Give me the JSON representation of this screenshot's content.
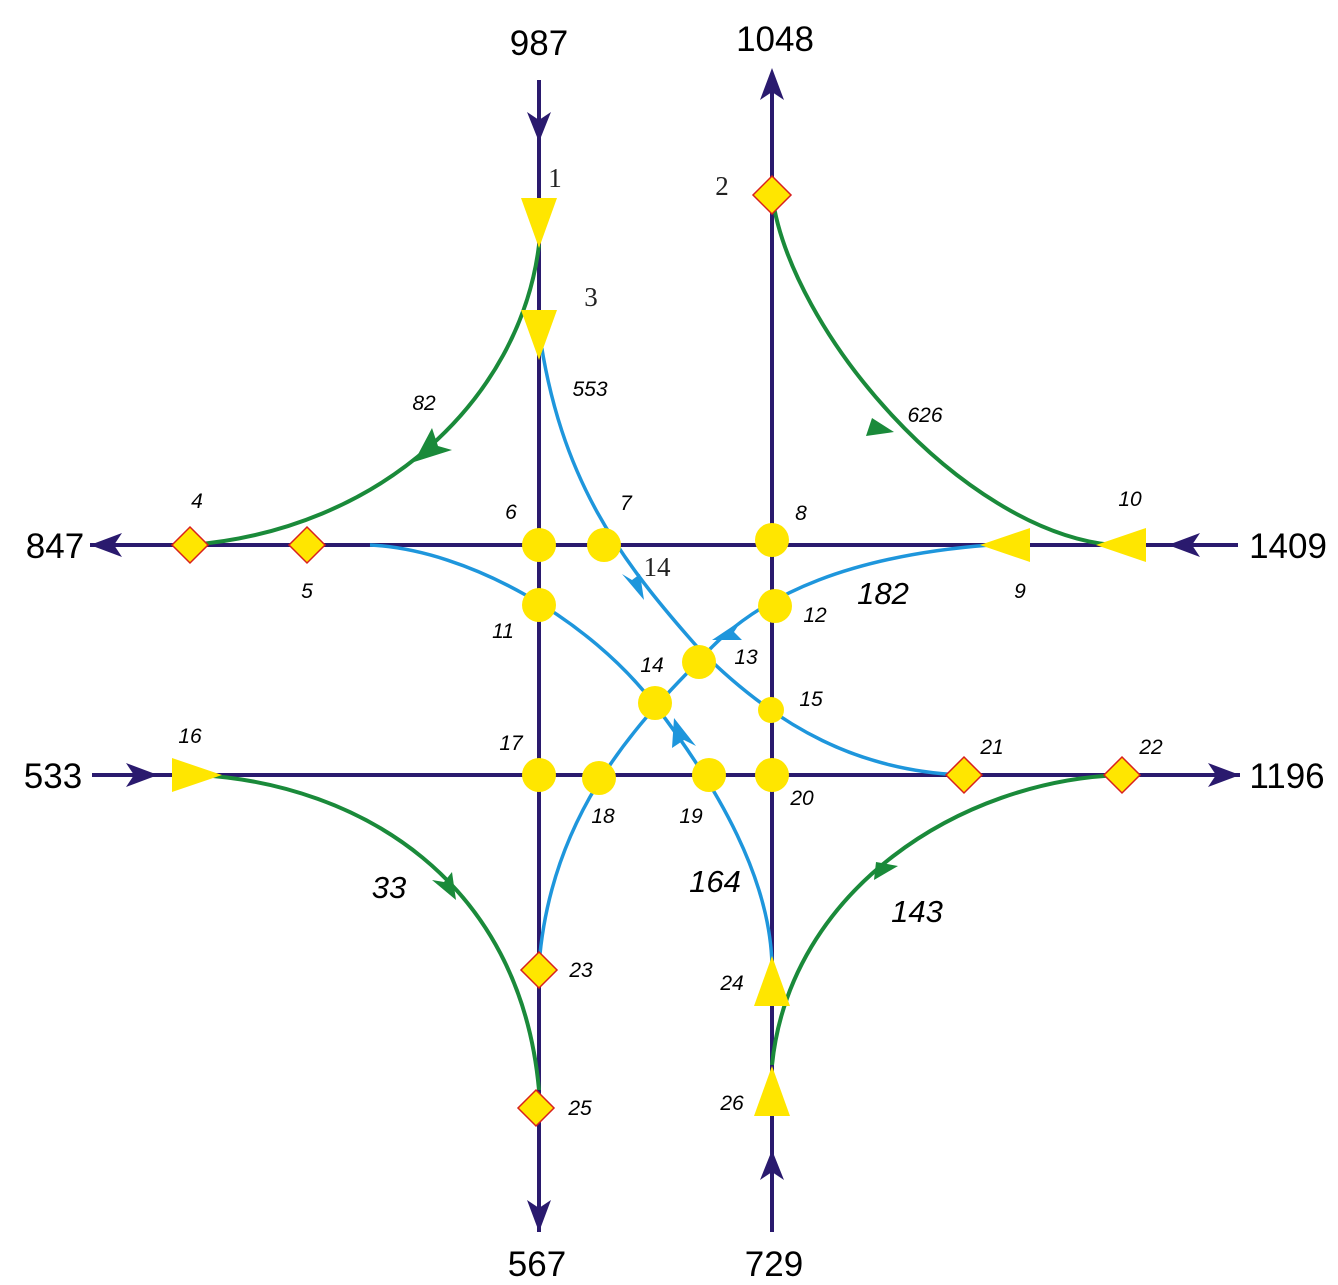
{
  "colors": {
    "road": "#2a1a6e",
    "right_turn": "#1a8a3a",
    "crossing_flow": "#1e96dc",
    "node_fill": "#ffe600",
    "diamond_stroke": "#d8201e"
  },
  "icons": {
    "conflict_point": "circle",
    "merge_point": "diamond",
    "diverge_point": "triangle"
  },
  "approach_flows": {
    "north_in": "987",
    "north_out": "1048",
    "west_out": "847",
    "east_in": "1409",
    "west_in": "533",
    "east_out": "1196",
    "south_out": "567",
    "south_in": "729"
  },
  "turn_flows": {
    "nw_right": "82",
    "ne_right": "626",
    "sw_right": "33",
    "se_right": "143",
    "south_left_center": "553",
    "east_left_center": "182",
    "south_crossing": "164"
  },
  "node_labels": {
    "n1": "1",
    "n2": "2",
    "n3": "3",
    "n4": "4",
    "n5": "5",
    "n6": "6",
    "n7": "7",
    "n8": "8",
    "n9": "9",
    "n10": "10",
    "n11": "11",
    "n12": "12",
    "n13": "13",
    "n14a": "14",
    "n14b": "14",
    "n15": "15",
    "n16": "16",
    "n17": "17",
    "n18": "18",
    "n19": "19",
    "n20": "20",
    "n21": "21",
    "n22": "22",
    "n23": "23",
    "n24": "24",
    "n25": "25",
    "n26": "26"
  }
}
